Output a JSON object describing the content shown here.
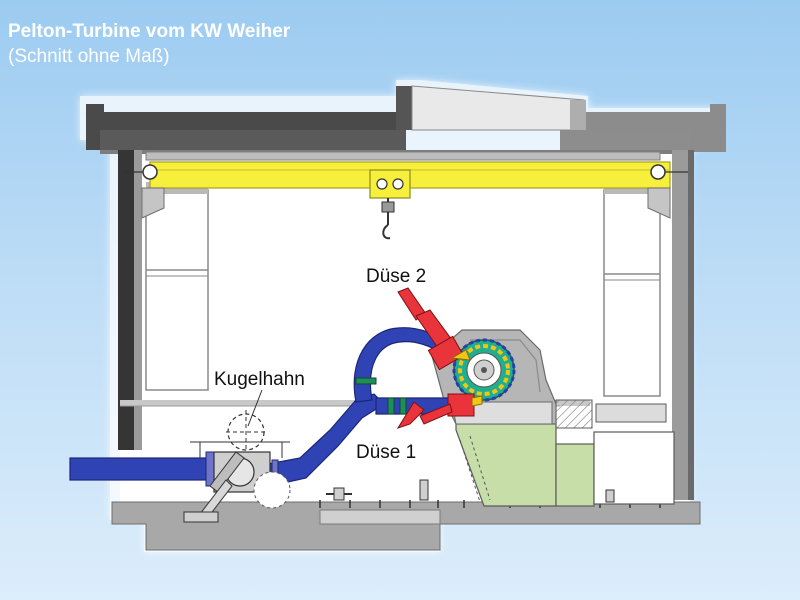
{
  "header": {
    "title": "Pelton-Turbine vom KW Weiher",
    "subtitle": "(Schnitt ohne Maß)"
  },
  "labels": {
    "nozzle_2": "Düse 2",
    "nozzle_1": "Düse 1",
    "ball_valve": "Kugelhahn"
  },
  "colors": {
    "background_top": "#9ccbf1",
    "background_bottom": "#dcedfb",
    "pipe": "#2f43b5",
    "crane": "#f6ef3c",
    "nozzle": "#e8343a",
    "foundation": "#c8dea8",
    "wall": "#5e5e5e"
  }
}
